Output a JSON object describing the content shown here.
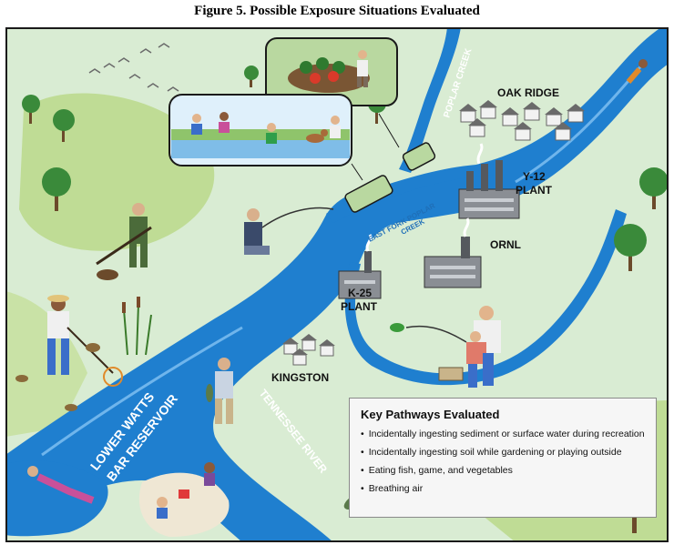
{
  "figure_title": "Figure 5. Possible Exposure Situations Evaluated",
  "places": {
    "oak_ridge": "OAK RIDGE",
    "y12_line1": "Y-12",
    "y12_line2": "PLANT",
    "ornl": "ORNL",
    "k25_line1": "K-25",
    "k25_line2": "PLANT",
    "kingston": "KINGSTON"
  },
  "waterways": {
    "poplar_creek": "POPLAR CREEK",
    "east_fork_line1": "EAST FORK POPLAR",
    "east_fork_line2": "CREEK",
    "tennessee_river": "TENNESSEE RIVER",
    "lower_watts_line1": "LOWER WATTS",
    "lower_watts_line2": "BAR RESERVOIR"
  },
  "legend": {
    "title": "Key Pathways Evaluated",
    "items": [
      "Incidentally ingesting sediment or surface water during recreation",
      "Incidentally ingesting soil while gardening or playing outside",
      "Eating fish, game, and vegetables",
      "Breathing air"
    ]
  },
  "colors": {
    "land": "#d9ecd3",
    "grass": "#bfdc95",
    "water": "#1f7fcf",
    "border": "#1a1a1a"
  }
}
